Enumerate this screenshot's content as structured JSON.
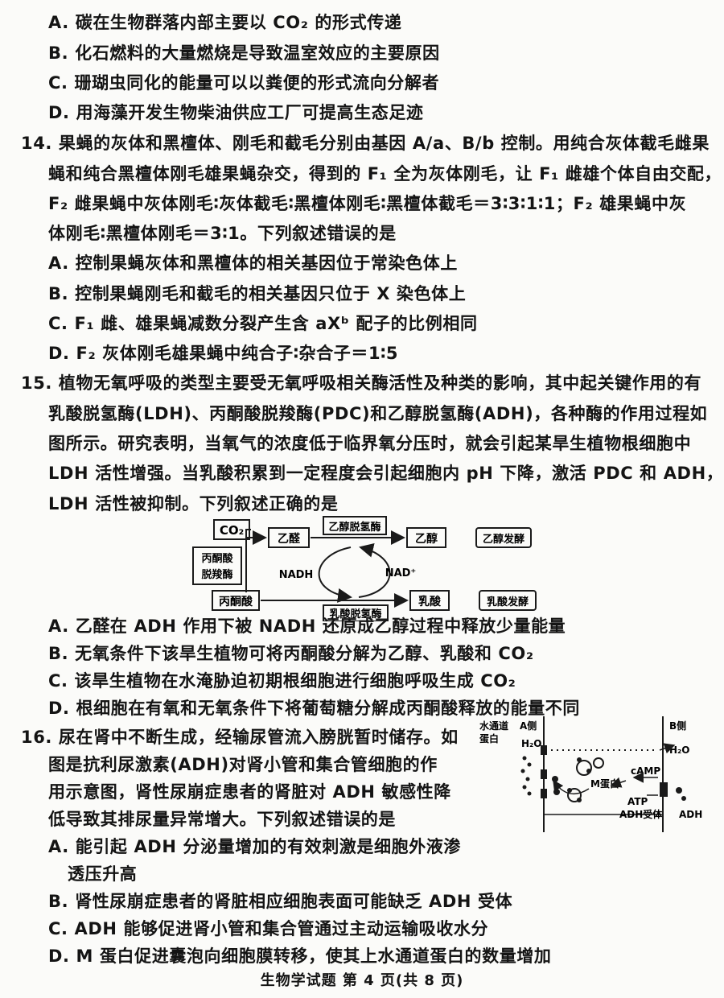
{
  "q13_options": {
    "a": "A. 碳在生物群落内部主要以 CO₂ 的形式传递",
    "b": "B. 化石燃料的大量燃烧是导致温室效应的主要原因",
    "c": "C. 珊瑚虫同化的能量可以以粪便的形式流向分解者",
    "d": "D. 用海藻开发生物柴油供应工厂可提高生态足迹"
  },
  "q14": {
    "stem_lines": [
      "14. 果蝇的灰体和黑檀体、刚毛和截毛分别由基因 A/a、B/b 控制。用纯合灰体截毛雌果",
      "蝇和纯合黑檀体刚毛雄果蝇杂交，得到的 F₁ 全为灰体刚毛，让 F₁ 雌雄个体自由交配，",
      "F₂ 雌果蝇中灰体刚毛∶灰体截毛∶黑檀体刚毛∶黑檀体截毛＝3∶3∶1∶1；F₂ 雄果蝇中灰",
      "体刚毛∶黑檀体刚毛＝3∶1。下列叙述错误的是"
    ],
    "options": {
      "a": "A. 控制果蝇灰体和黑檀体的相关基因位于常染色体上",
      "b": "B. 控制果蝇刚毛和截毛的相关基因只位于 X 染色体上",
      "c": "C. F₁ 雌、雄果蝇减数分裂产生含 aXᵇ 配子的比例相同",
      "d": "D. F₂ 灰体刚毛雄果蝇中纯合子∶杂合子＝1∶5"
    }
  },
  "q15": {
    "stem_lines": [
      "15. 植物无氧呼吸的类型主要受无氧呼吸相关酶活性及种类的影响，其中起关键作用的有",
      "乳酸脱氢酶(LDH)、丙酮酸脱羧酶(PDC)和乙醇脱氢酶(ADH)，各种酶的作用过程如",
      "图所示。研究表明，当氧气的浓度低于临界氧分压时，就会引起某旱生植物根细胞中",
      "LDH 活性增强。当乳酸积累到一定程度会引起细胞内 pH 下降，激活 PDC 和 ADH，",
      "LDH 活性被抑制。下列叙述正确的是"
    ],
    "diagram": {
      "co2": "CO₂",
      "pdc": "丙酮酸脱羧酶",
      "pyruvate": "丙酮酸",
      "acetaldehyde": "乙醛",
      "adh": "乙醇脱氢酶",
      "ethanol": "乙醇",
      "ethanol_fermentation": "乙醇发酵",
      "nadh": "NADH",
      "nad": "NAD⁺",
      "lactate": "乳酸",
      "ldh": "乳酸脱氢酶",
      "lactic_fermentation": "乳酸发酵"
    },
    "options": {
      "a": "A. 乙醛在 ADH 作用下被 NADH 还原成乙醇过程中释放少量能量",
      "b": "B. 无氧条件下该旱生植物可将丙酮酸分解为乙醇、乳酸和 CO₂",
      "c": "C. 该旱生植物在水淹胁迫初期根细胞进行细胞呼吸生成 CO₂",
      "d": "D. 根细胞在有氧和无氧条件下将葡萄糖分解成丙酮酸释放的能量不同"
    }
  },
  "q16": {
    "stem_lines": [
      "16. 尿在肾中不断生成，经输尿管流入膀胱暂时储存。如",
      "图是抗利尿激素(ADH)对肾小管和集合管细胞的作",
      "用示意图，肾性尿崩症患者的肾脏对 ADH 敏感性降",
      "低导致其排尿量异常增大。下列叙述错误的是"
    ],
    "diagram": {
      "aquaporin_line1": "水通道",
      "aquaporin_line2": "蛋白",
      "side_a": "A侧",
      "side_b": "B侧",
      "h2o_left": "H₂O",
      "h2o_right": "H₂O",
      "m_protein": "M蛋白",
      "camp": "cAMP",
      "atp": "ATP",
      "adh_receptor": "ADH受体",
      "adh": "ADH"
    },
    "options": {
      "a1": "A. 能引起 ADH 分泌量增加的有效刺激是细胞外液渗",
      "a2": "透压升高",
      "b": "B. 肾性尿崩症患者的肾脏相应细胞表面可能缺乏 ADH 受体",
      "c": "C. ADH 能够促进肾小管和集合管通过主动运输吸收水分",
      "d": "D. M 蛋白促进囊泡向细胞膜转移，使其上水通道蛋白的数量增加"
    }
  },
  "footer": "生物学试题 第 4 页(共 8 页)"
}
